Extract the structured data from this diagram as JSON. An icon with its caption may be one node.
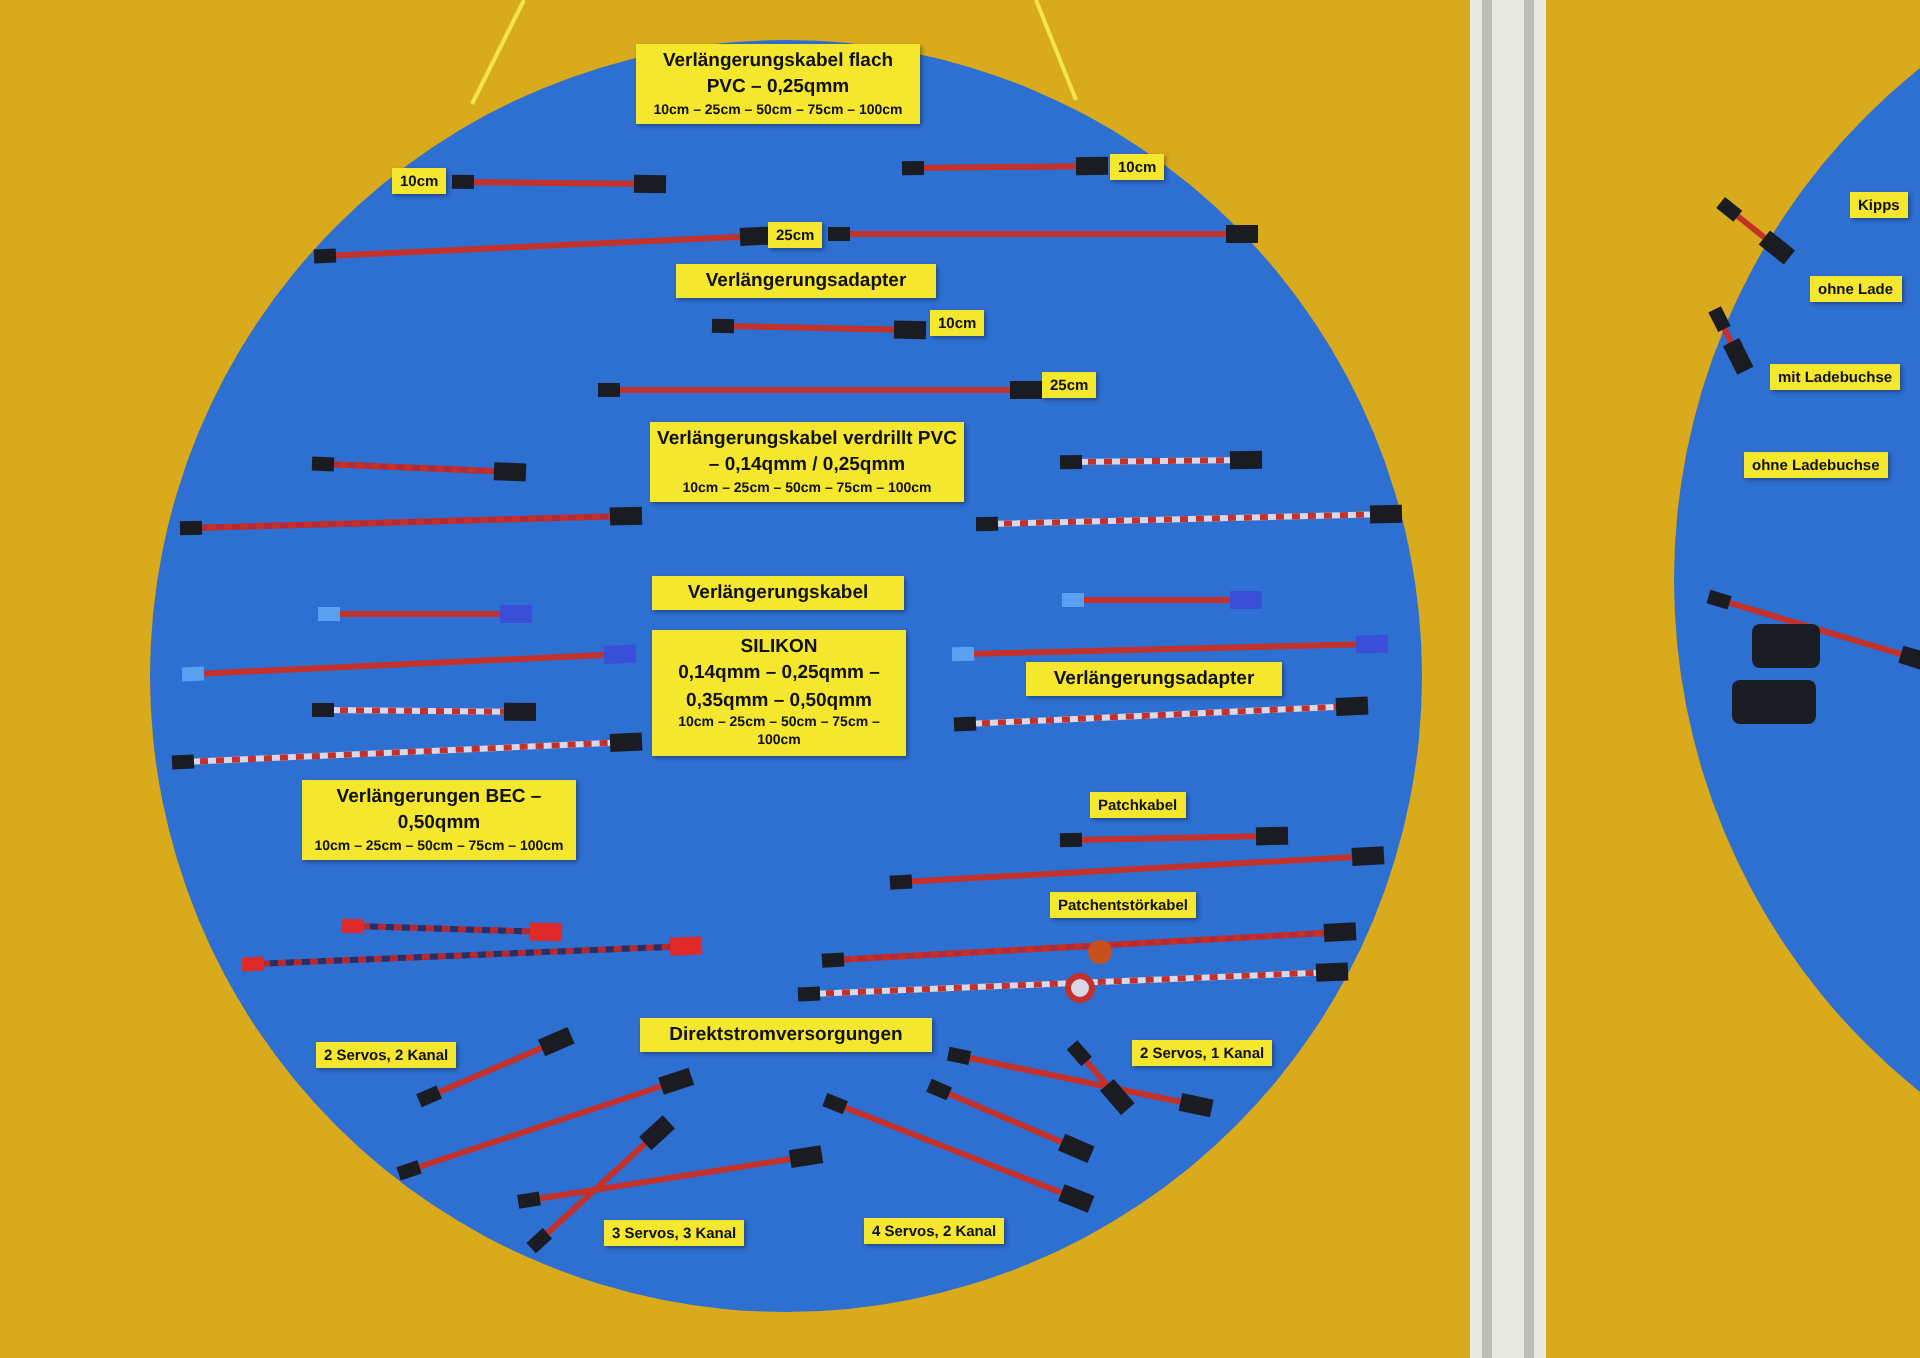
{
  "diagram": {
    "nodes": [
      {
        "text": [
          "Verlängerungskabel flach PVC – 0,25qmm",
          "10cm – 25cm – 50cm – 75cm – 100cm"
        ]
      },
      {
        "text": [
          "10cm"
        ]
      },
      {
        "text": [
          "10cm"
        ]
      },
      {
        "text": [
          "25cm"
        ]
      },
      {
        "text": [
          "Verlängerungsadapter"
        ]
      },
      {
        "text": [
          "10cm"
        ]
      },
      {
        "text": [
          "25cm"
        ]
      },
      {
        "text": [
          "Verlängerungskabel verdrillt PVC – 0,14qmm / 0,25qmm",
          "10cm – 25cm – 50cm – 75cm – 100cm"
        ]
      },
      {
        "text": [
          "Verlängerungskabel"
        ]
      },
      {
        "text": [
          "SILIKON",
          "0,14qmm – 0,25qmm – 0,35qmm – 0,50qmm",
          "10cm – 25cm – 50cm – 75cm – 100cm"
        ]
      },
      {
        "text": [
          "Verlängerungsadapter"
        ]
      },
      {
        "text": [
          "Verlängerungen BEC – 0,50qmm",
          "10cm – 25cm – 50cm – 75cm – 100cm"
        ]
      },
      {
        "text": [
          "Patchkabel"
        ]
      },
      {
        "text": [
          "Patchentstörkabel"
        ]
      },
      {
        "text": [
          "Direktstromversorgungen"
        ]
      },
      {
        "text": [
          "2 Servos, 2 Kanal"
        ]
      },
      {
        "text": [
          "2 Servos, 1 Kanal"
        ]
      },
      {
        "text": [
          "3 Servos, 3 Kanal"
        ]
      },
      {
        "text": [
          "4 Servos, 2 Kanal"
        ]
      },
      {
        "text": [
          "Kipps"
        ]
      },
      {
        "text": [
          "ohne Lade"
        ]
      },
      {
        "text": [
          "mit Ladebuchse"
        ]
      },
      {
        "text": [
          "ohne Ladebuchse"
        ]
      }
    ]
  }
}
